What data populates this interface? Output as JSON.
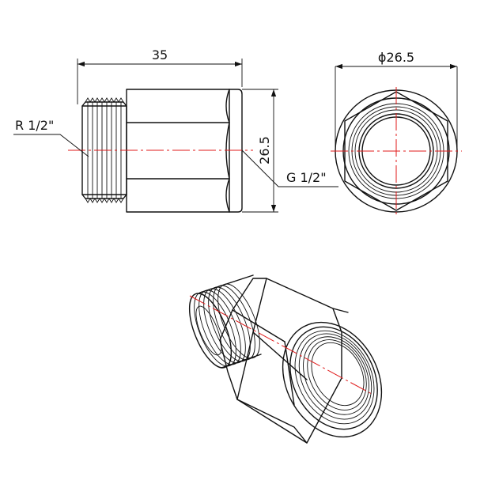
{
  "dimensions": {
    "length_label": "35",
    "height_label": "26.5",
    "diameter_label": "ϕ26.5"
  },
  "threads": {
    "male_thread_label": "R 1/2\"",
    "female_thread_label": "G 1/2\""
  },
  "colors": {
    "outline": "#111111",
    "centerline": "#e01b1b",
    "background": "#ffffff"
  }
}
